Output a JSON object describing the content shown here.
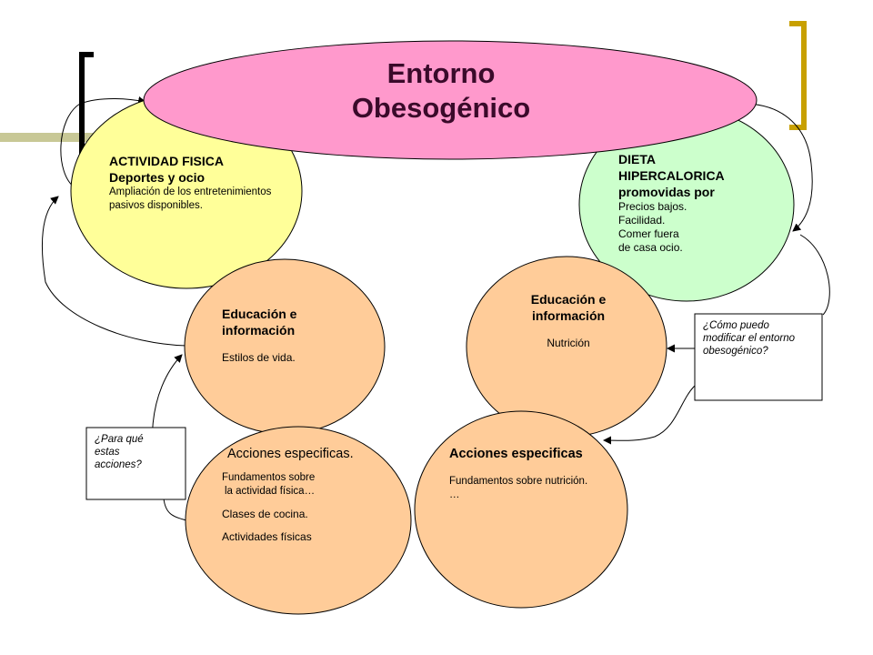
{
  "title": {
    "line1": "Entorno",
    "line2": "Obesogénico"
  },
  "colors": {
    "title_fill": "#ff99cc",
    "actividad_fill": "#ffff99",
    "dieta_fill": "#ccffcc",
    "peach_fill": "#ffcc99",
    "bracket_left": "#000000",
    "bracket_right": "#c8a000",
    "accent_bar": "#c8c896"
  },
  "nodes": {
    "actividad": {
      "heading1": "ACTIVIDAD FISICA",
      "heading2": "Deportes y ocio",
      "detail1": "Ampliación de los entretenimientos",
      "detail2": "pasivos disponibles."
    },
    "dieta": {
      "heading1": "DIETA",
      "heading2": "HIPERCALORICA",
      "heading3": "promovidas por",
      "detail1": "Precios bajos.",
      "detail2": "Facilidad.",
      "detail3": "Comer fuera",
      "detail4": "de casa ocio."
    },
    "educacion_left": {
      "heading1": "Educación e",
      "heading2": "información",
      "detail": "Estilos de vida."
    },
    "educacion_right": {
      "heading1": "Educación e",
      "heading2": "información",
      "detail": "Nutrición"
    },
    "acciones_left": {
      "heading": "Acciones especificas.",
      "detail1": "Fundamentos sobre",
      "detail2": "la actividad física…",
      "detail3": "Clases de cocina.",
      "detail4": "Actividades físicas"
    },
    "acciones_right": {
      "heading": "Acciones especificas",
      "detail1": "Fundamentos sobre nutrición.",
      "detail2": "…"
    }
  },
  "notes": {
    "left": {
      "line1": "¿Para qué",
      "line2": "estas",
      "line3": "acciones?"
    },
    "right": {
      "line1": "¿Cómo puedo",
      "line2": "modificar el entorno",
      "line3": "obesogénico?"
    }
  }
}
